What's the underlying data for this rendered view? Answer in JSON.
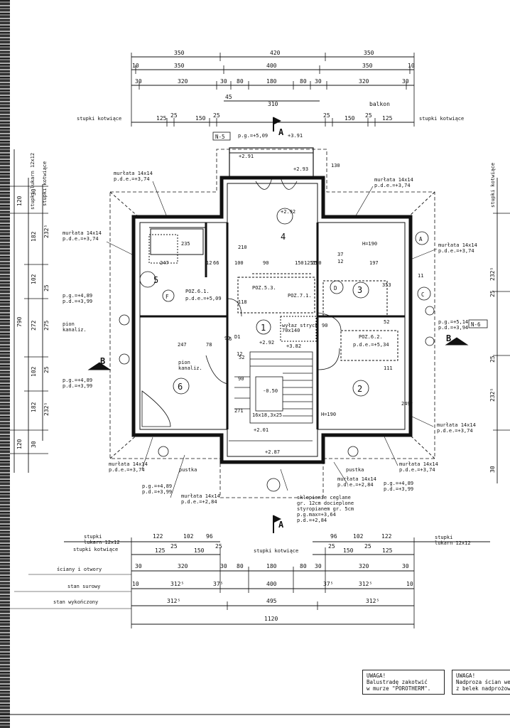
{
  "dims_top": {
    "r1": [
      "350",
      "420",
      "350"
    ],
    "r2": [
      "10",
      "350",
      "400",
      "350",
      "10"
    ],
    "r3": [
      "30",
      "320",
      "30",
      "80",
      "180",
      "80",
      "30",
      "320",
      "30"
    ],
    "r4": [
      "45",
      "310",
      "balkon"
    ],
    "r5_label_left": "stupki kotwiące",
    "r5_left": [
      "125",
      "25",
      "150",
      "25"
    ],
    "r5_right": [
      "25",
      "150",
      "25",
      "125"
    ],
    "r5_label_right": "stupki kotwiące"
  },
  "dims_bottom": {
    "stupki_lukarn_left": "stupki\nlukarn  12x12",
    "stupki_lukarn_right": "stupki\nlukarn  12x12",
    "row1_left": [
      "122",
      "102",
      "96"
    ],
    "row1_right": [
      "96",
      "102",
      "122"
    ],
    "stupki_kotwiace_left": "stupki kotwiące",
    "stupki_kotwiace_mid": "stupki kotwiące",
    "row2_left": [
      "125",
      "25",
      "150",
      "25"
    ],
    "row2_right": [
      "25",
      "150",
      "25",
      "125"
    ],
    "sciany_label": "ściany i otwory",
    "sciany": [
      "30",
      "320",
      "30",
      "80",
      "180",
      "80",
      "30",
      "320",
      "30"
    ],
    "surowy_label": "stan surowy",
    "surowy": [
      "10",
      "312⁵",
      "37⁵",
      "400",
      "37⁵",
      "312⁵",
      "10"
    ],
    "wykonczony_label": "stan wykończony",
    "wykonczony": [
      "312⁵",
      "495",
      "312⁵"
    ],
    "total": "1120"
  },
  "dims_left": {
    "label_a": "stupki lukarn 12x12",
    "label_b": "stupki kotwiące",
    "outer": [
      "120",
      "790",
      "120"
    ],
    "mid": [
      "30",
      "182",
      "102",
      "272",
      "102",
      "182",
      "30"
    ],
    "inner": [
      "232⁵",
      "25",
      "275",
      "25",
      "232⁵"
    ]
  },
  "dims_right": {
    "label": "stupki kotwiące",
    "vals": [
      "232⁵",
      "25",
      "25",
      "232⁵",
      "30"
    ]
  },
  "rooms": [
    "1",
    "2",
    "3",
    "4",
    "5",
    "6"
  ],
  "markers": {
    "section_a_top": "A",
    "section_a_bottom": "A",
    "section_b_left": "B",
    "section_b_right": "B",
    "axis_a": "A",
    "axis_c": "C",
    "axis_d": "D",
    "axis_f": "F"
  },
  "labels": {
    "n5": "N-5",
    "n6": "N-6",
    "pg_509_top": "p.g.=+5,09",
    "v391": "+3.91",
    "v291": "+2.91",
    "v293": "+2.93",
    "d130": "130",
    "v292_room4": "+2.92",
    "dim_210": "210",
    "murlata_tl": "murłata  14x14\np.d.e.=+3,74",
    "murlata_tr": "murłata  14x14\np.d.e.=+3,74",
    "murlata_l": "murłata  14x14\np.d.e.=+3,74",
    "murlata_r": "murłata  14x14\np.d.e.=+3,74",
    "murlata_br": "murłata  14x14\np.d.e.=+3,74",
    "murlata_bl": "murłata  14x14\np.d.e.=+3,74",
    "murlata_bm": "murłata  14x14\np.d.e.=+2,84",
    "murlata_bc": "murłata  14x14\np.d.e.=+2,84",
    "murlata_brr": "murłata  14x14\np.d.e.=+3,74",
    "h190_top": "H=190",
    "h190_bottom": "H=190",
    "pg489_l1": "p.g.=+4,89\np.d.=+3,99",
    "pg489_l2": "p.g.=+4,89\np.d.=+3,99",
    "pg489_bl": "p.g.=+4,89\np.d.=+3,99",
    "pg489_br": "p.g.=+4,89\np.d.=+3,99",
    "pg514_r": "p.g.=+5,14\np.d.=+3,94",
    "pion_kanaliz_1": "pion\nkanaliz.",
    "pion_kanaliz_2": "pion\nkanaliz.",
    "poz61": "POZ.6.1.",
    "poz61_pd": "p.d.e.=+5,09",
    "poz53": "POZ.5.3.",
    "poz71": "POZ.7.1.",
    "poz62": "POZ.6.2.",
    "poz62_pd": "p.d.e.=+5,34",
    "wylaz": "wyłaz stryck\n70x140",
    "d1": "D1",
    "v292_hall": "+2.92",
    "v382": "+3.82",
    "v050": "-0.50",
    "stairs": "16x18,3x25",
    "v201": "+2.01",
    "v287": "+2.87",
    "pustka_l": "pustka",
    "pustka_r": "pustka",
    "sklepienie": "sklepienie ceglane\ngr. 12cm docieplone\nstyropianem gr. 5cm\np.g.max=+3,64\np.d.=+2,84",
    "room_dims": [
      "247",
      "235",
      "12",
      "66",
      "100",
      "90",
      "150",
      "25",
      "197",
      "11",
      "247",
      "78",
      "25",
      "353",
      "52",
      "111",
      "249⁵",
      "271",
      "37",
      "12",
      "118",
      "90",
      "52",
      "90",
      "150",
      "125",
      "12",
      "90"
    ]
  },
  "notes": {
    "uwaga1": "UWAGA!\nBalustradę zakotwić\nw murze \"POROTHERM\".",
    "uwaga2": "UWAGA!\nNadproza ścian wew\nz belek nadprożowy"
  }
}
